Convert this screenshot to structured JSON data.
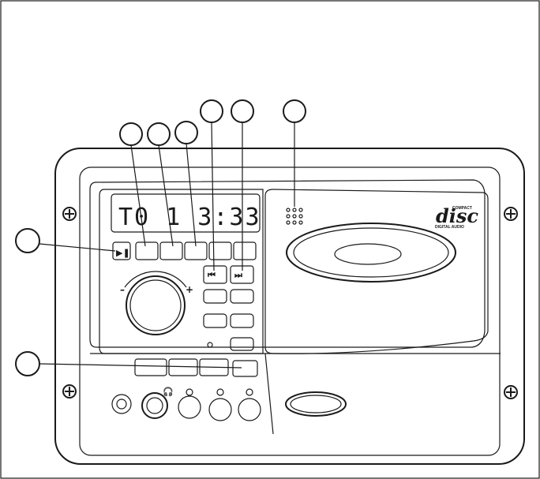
{
  "display": {
    "text": "T0 1  3:33"
  },
  "logo": {
    "main": "disc",
    "top": "COMPACT",
    "bottom": "DIGITAL AUDIO"
  },
  "glyphs": {
    "play_pause": "▶❚",
    "prev": "⏮",
    "next": "⏭",
    "headphones": "🎧",
    "volume_minus": "–",
    "volume_plus": "+"
  }
}
